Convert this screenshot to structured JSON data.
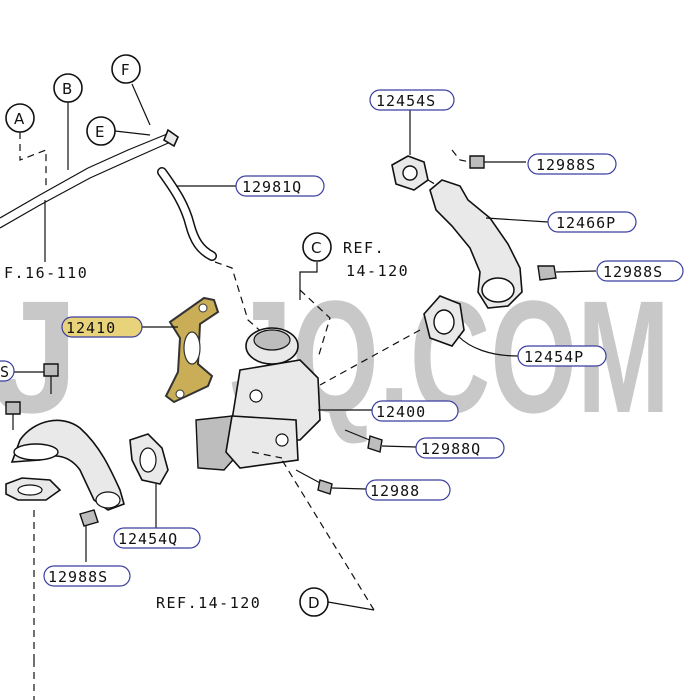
{
  "watermark": {
    "text": "JQ.COM",
    "left_fragment": "J"
  },
  "parts": [
    {
      "id": "label-12454S-top",
      "text": "12454S",
      "highlight": false
    },
    {
      "id": "label-12988S-top",
      "text": "12988S",
      "highlight": false
    },
    {
      "id": "label-12466P",
      "text": "12466P",
      "highlight": false
    },
    {
      "id": "label-12988S-right",
      "text": "12988S",
      "highlight": false
    },
    {
      "id": "label-12981Q",
      "text": "12981Q",
      "highlight": false
    },
    {
      "id": "label-12410",
      "text": "12410",
      "highlight": true
    },
    {
      "id": "label-12454P",
      "text": "12454P",
      "highlight": false
    },
    {
      "id": "label-12400",
      "text": "12400",
      "highlight": false
    },
    {
      "id": "label-12988Q",
      "text": "12988Q",
      "highlight": false
    },
    {
      "id": "label-12988",
      "text": "12988",
      "highlight": false
    },
    {
      "id": "label-12454Q",
      "text": "12454Q",
      "highlight": false
    },
    {
      "id": "label-12988S-bottom",
      "text": "12988S",
      "highlight": false
    },
    {
      "id": "label-S-edge",
      "text": "S",
      "highlight": false
    }
  ],
  "references": [
    {
      "id": "ref-f16-110",
      "text": "F.16-110"
    },
    {
      "id": "ref-14-120-c-line1",
      "text": "REF."
    },
    {
      "id": "ref-14-120-c-line2",
      "text": "14-120"
    },
    {
      "id": "ref-14-120-d",
      "text": "REF.14-120"
    }
  ],
  "callouts": [
    "A",
    "B",
    "C",
    "D",
    "E",
    "F"
  ],
  "colors": {
    "pill_border": "#3b3fa0",
    "highlight_fill": "#e8d27a",
    "gasket_highlight": "#c9ae57",
    "watermark": "#c8c8c8"
  }
}
